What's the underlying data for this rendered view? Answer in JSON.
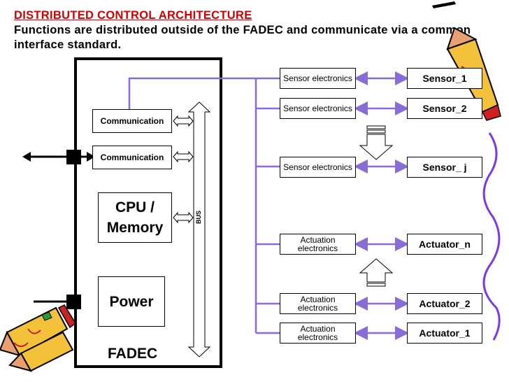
{
  "title": "DISTRIBUTED CONTROL ARCHITECTURE",
  "subtitle": "Functions are distributed outside of the FADEC and communicate via a common interface standard.",
  "fadec": {
    "label": "FADEC",
    "communication_1": "Communication",
    "communication_2": "Communication",
    "cpu_memory": "CPU / Memory",
    "power": "Power",
    "bus_label": "BUS"
  },
  "sensor_electronics": [
    "Sensor electronics",
    "Sensor electronics",
    "Sensor electronics"
  ],
  "actuation_electronics": [
    "Actuation electronics",
    "Actuation electronics",
    "Actuation electronics"
  ],
  "sensors": [
    "Sensor_1",
    "Sensor_2",
    "Sensor_ j"
  ],
  "actuators": [
    "Actuator_n",
    "Actuator_2",
    "Actuator_1"
  ],
  "colors": {
    "title": "#cc0000",
    "link": "#8a6cd8",
    "pencil": "#f4c23a"
  }
}
